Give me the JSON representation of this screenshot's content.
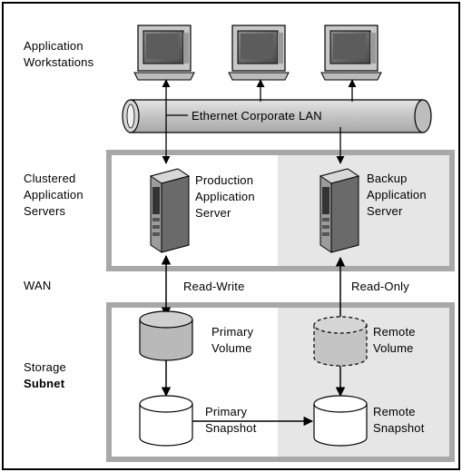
{
  "labels": {
    "row_workstations": "Application\nWorkstations",
    "row_servers": "Clustered\nApplication\nServers",
    "row_wan": "WAN",
    "row_storage_line1": "Storage",
    "row_storage_line2": "Subnet",
    "lan": "Ethernet Corporate LAN",
    "production_server": "Production\nApplication\nServer",
    "backup_server": "Backup\nApplication\nServer",
    "read_write": "Read-Write",
    "read_only": "Read-Only",
    "primary_volume": "Primary\nVolume",
    "remote_volume": "Remote\nVolume",
    "primary_snapshot": "Primary\nSnapshot",
    "remote_snapshot": "Remote\nSnapshot"
  },
  "icons": {
    "workstation": "workstation-icon",
    "server": "server-icon",
    "volume": "disk-volume-icon",
    "snapshot": "disk-snapshot-icon"
  },
  "colors": {
    "panel_border": "#aaaaaa",
    "panel_fill_right": "#e6e6e6",
    "lan_pipe": "#c8c8c8",
    "primary_volume": "#b9b9b9",
    "remote_volume": "#c4c4c4"
  }
}
